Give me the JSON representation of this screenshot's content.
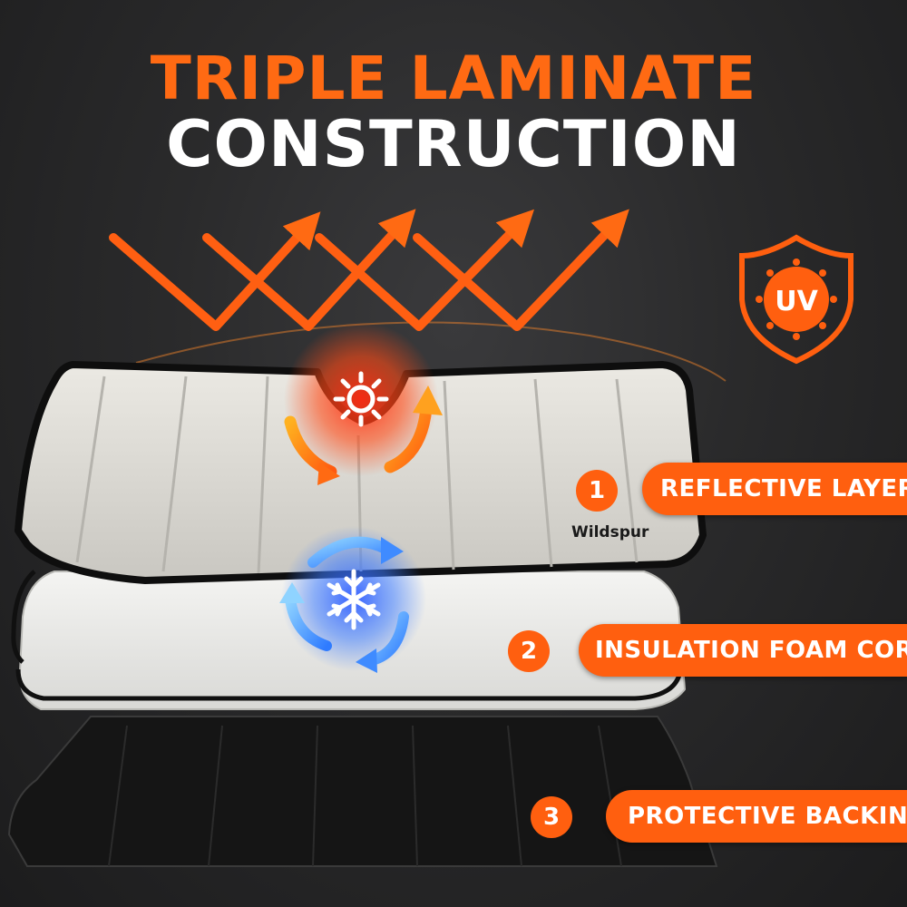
{
  "header": {
    "line1": "TRIPLE LAMINATE",
    "line2": "CONSTRUCTION"
  },
  "badge": {
    "text": "UV"
  },
  "brand": {
    "text": "Wildspur"
  },
  "layers": [
    {
      "number": "1",
      "label": "REFLECTIVE LAYER"
    },
    {
      "number": "2",
      "label": "INSULATION FOAM CORE"
    },
    {
      "number": "3",
      "label": "PROTECTIVE BACKING"
    }
  ],
  "icons": {
    "sun": "sun-icon",
    "snow": "snowflake-icon",
    "shield": "shield-icon"
  },
  "colors": {
    "accent": "#ff5f0f",
    "title_orange": "#ff6a13",
    "heat": "#ff3b1f",
    "cool": "#3d7bff"
  }
}
